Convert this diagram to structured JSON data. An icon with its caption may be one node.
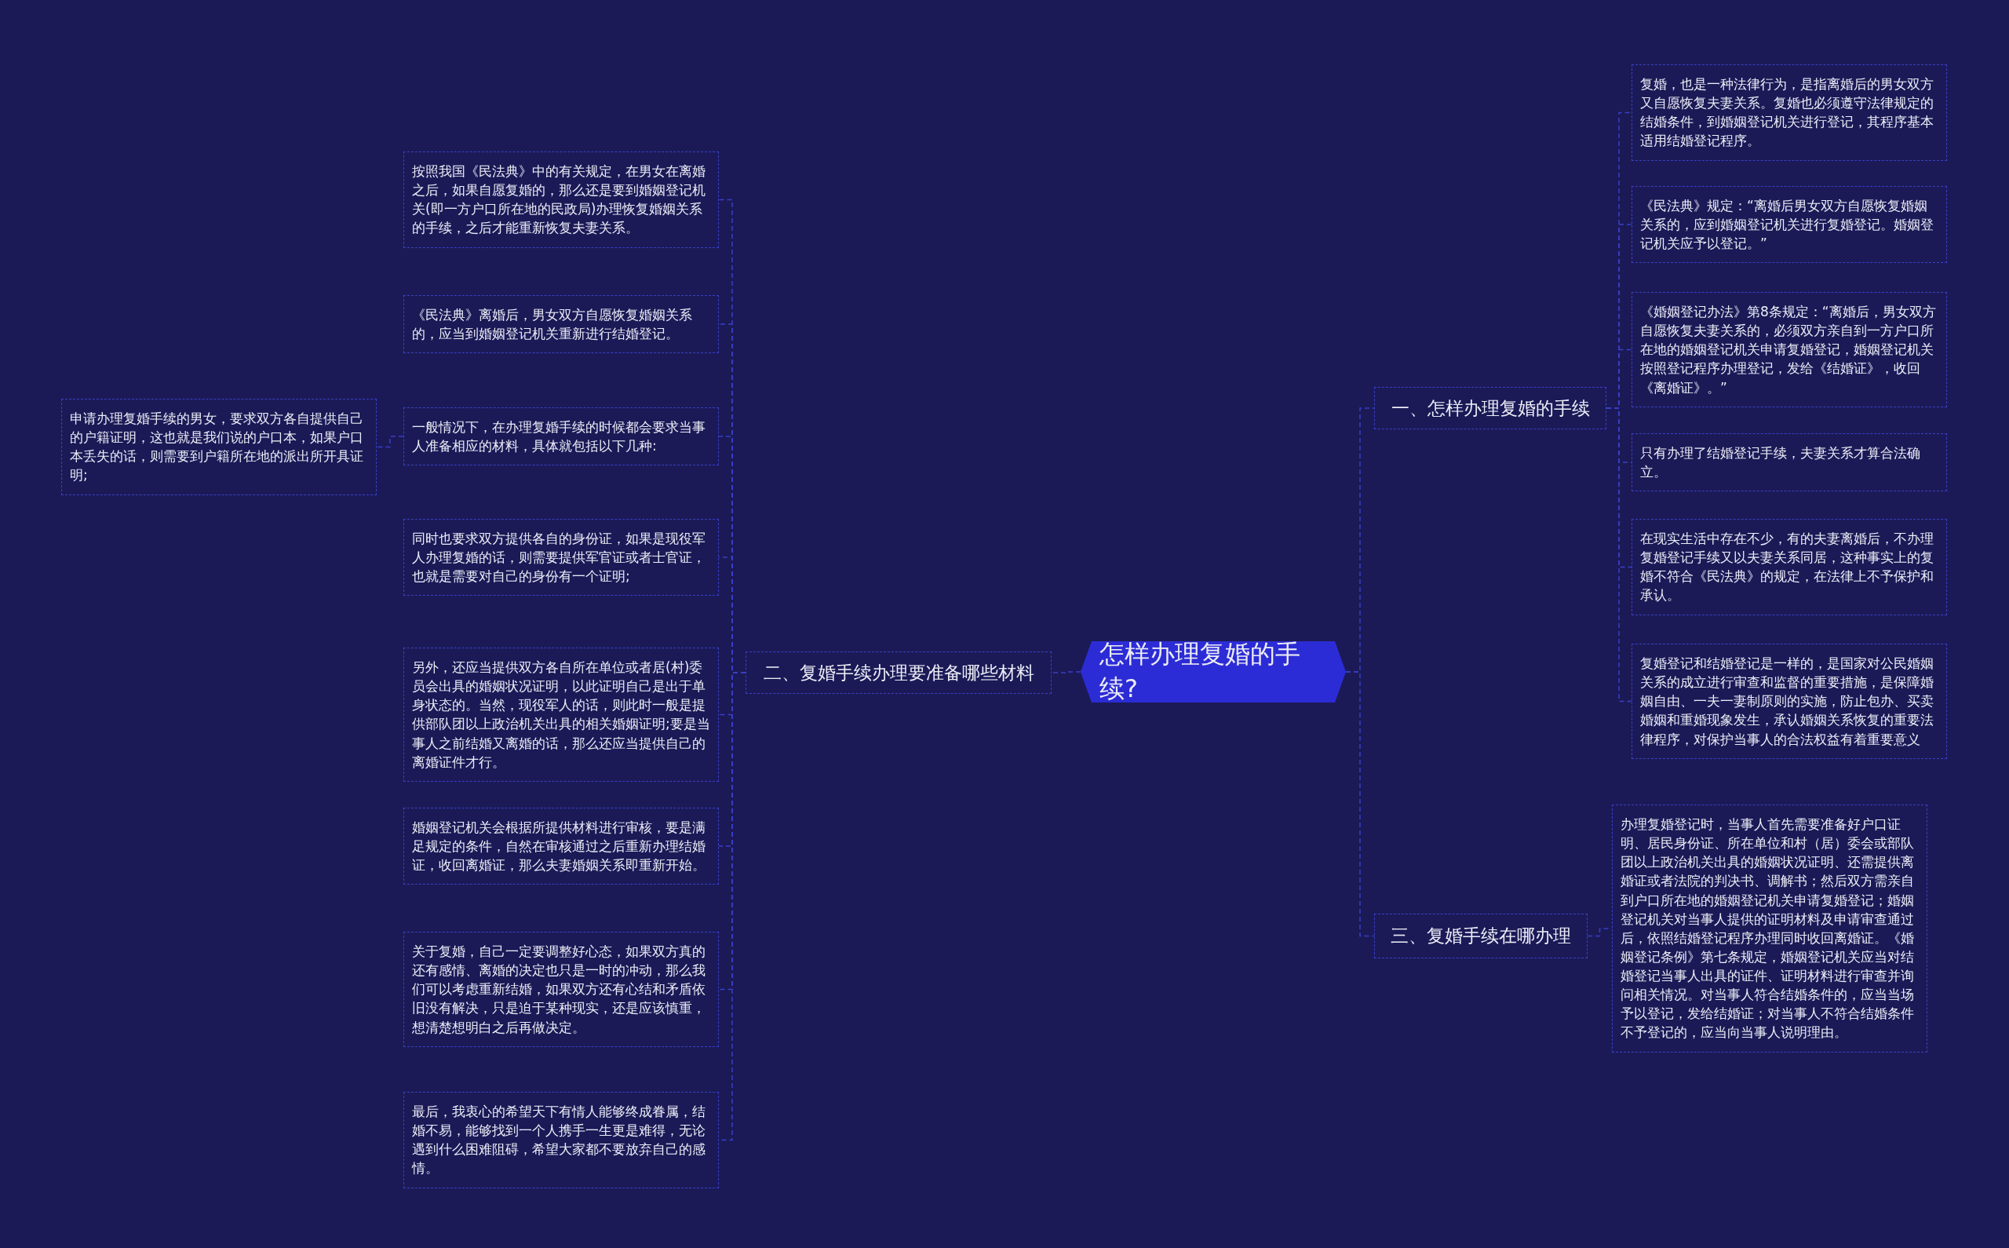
{
  "diagram": {
    "nodes": [
      {
        "text": [
          "怎样办理复婚的手续?"
        ]
      },
      {
        "text": [
          "二、复婚手续办理要准备哪些材料"
        ]
      },
      {
        "text": [
          "按照我国《民法典》中的有关规定，在男女在离婚之后，如果自愿复婚的，那么还是要到婚姻登记机关(即一方户口所在地的民政局)办理恢复婚姻关系的手续，之后才能重新恢复夫妻关系。"
        ]
      },
      {
        "text": [
          "《民法典》离婚后，男女双方自愿恢复婚姻关系的，应当到婚姻登记机关重新进行结婚登记。"
        ]
      },
      {
        "text": [
          "一般情况下，在办理复婚手续的时候都会要求当事人准备相应的材料，具体就包括以下几种:"
        ]
      },
      {
        "text": [
          "同时也要求双方提供各自的身份证，如果是现役军人办理复婚的话，则需要提供军官证或者士官证，也就是需要对自己的身份有一个证明;"
        ]
      },
      {
        "text": [
          "另外，还应当提供双方各自所在单位或者居(村)委员会出具的婚姻状况证明，以此证明自己是出于单身状态的。当然，现役军人的话，则此时一般是提供部队团以上政治机关出具的相关婚姻证明;要是当事人之前结婚又离婚的话，那么还应当提供自己的离婚证件才行。"
        ]
      },
      {
        "text": [
          "婚姻登记机关会根据所提供材料进行审核，要是满足规定的条件，自然在审核通过之后重新办理结婚证，收回离婚证，那么夫妻婚姻关系即重新开始。"
        ]
      },
      {
        "text": [
          "关于复婚，自己一定要调整好心态，如果双方真的还有感情、离婚的决定也只是一时的冲动，那么我们可以考虑重新结婚，如果双方还有心结和矛盾依旧没有解决，只是迫于某种现实，还是应该慎重，想清楚想明白之后再做决定。"
        ]
      },
      {
        "text": [
          "最后，我衷心的希望天下有情人能够终成眷属，结婚不易，能够找到一个人携手一生更是难得，无论遇到什么困难阻碍，希望大家都不要放弃自己的感情。"
        ]
      },
      {
        "text": [
          "申请办理复婚手续的男女，要求双方各自提供自己的户籍证明，这也就是我们说的户口本，如果户口本丢失的话，则需要到户籍所在地的派出所开具证明;"
        ]
      },
      {
        "text": [
          "一、怎样办理复婚的手续"
        ]
      },
      {
        "text": [
          "复婚，也是一种法律行为，是指离婚后的男女双方又自愿恢复夫妻关系。复婚也必须遵守法律规定的结婚条件，到婚姻登记机关进行登记，其程序基本适用结婚登记程序。"
        ]
      },
      {
        "text": [
          "《民法典》规定：“离婚后男女双方自愿恢复婚姻关系的，应到婚姻登记机关进行复婚登记。婚姻登记机关应予以登记。”"
        ]
      },
      {
        "text": [
          "《婚姻登记办法》第8条规定：“离婚后，男女双方自愿恢复夫妻关系的，必须双方亲自到一方户口所在地的婚姻登记机关申请复婚登记，婚姻登记机关按照登记程序办理登记，发给《结婚证》，收回《离婚证》。”"
        ]
      },
      {
        "text": [
          "只有办理了结婚登记手续，夫妻关系才算合法确立。"
        ]
      },
      {
        "text": [
          "在现实生活中存在不少，有的夫妻离婚后，不办理复婚登记手续又以夫妻关系同居，这种事实上的复婚不符合《民法典》的规定，在法律上不予保护和承认。"
        ]
      },
      {
        "text": [
          "复婚登记和结婚登记是一样的，是国家对公民婚姻关系的成立进行审查和监督的重要措施，是保障婚姻自由、一夫一妻制原则的实施，防止包办、买卖婚姻和重婚现象发生，承认婚姻关系恢复的重要法律程序，对保护当事人的合法权益有着重要意义"
        ]
      },
      {
        "text": [
          "三、复婚手续在哪办理"
        ]
      },
      {
        "text": [
          "办理复婚登记时，当事人首先需要准备好户口证明、居民身份证、所在单位和村（居）委会或部队团以上政治机关出具的婚姻状况证明、还需提供离婚证或者法院的判决书、调解书；然后双方需亲自到户口所在地的婚姻登记机关申请复婚登记；婚姻登记机关对当事人提供的证明材料及申请审查通过后，依照结婚登记程序办理同时收回离婚证。《婚姻登记条例》第七条规定，婚姻登记机关应当对结婚登记当事人出具的证件、证明材料进行审查并询问相关情况。对当事人符合结婚条件的，应当当场予以登记，发给结婚证；对当事人不符合结婚条件不予登记的，应当向当事人说明理由。"
        ]
      }
    ],
    "edges": [
      {
        "from": 0,
        "to": 1,
        "arrow": "none"
      },
      {
        "from": 1,
        "to": 2,
        "arrow": "none"
      },
      {
        "from": 1,
        "to": 3,
        "arrow": "none"
      },
      {
        "from": 1,
        "to": 4,
        "arrow": "none"
      },
      {
        "from": 1,
        "to": 5,
        "arrow": "none"
      },
      {
        "from": 1,
        "to": 6,
        "arrow": "none"
      },
      {
        "from": 1,
        "to": 7,
        "arrow": "none"
      },
      {
        "from": 1,
        "to": 8,
        "arrow": "none"
      },
      {
        "from": 1,
        "to": 9,
        "arrow": "none"
      },
      {
        "from": 4,
        "to": 10,
        "arrow": "none"
      },
      {
        "from": 0,
        "to": 11,
        "arrow": "none"
      },
      {
        "from": 11,
        "to": 12,
        "arrow": "none"
      },
      {
        "from": 11,
        "to": 13,
        "arrow": "none"
      },
      {
        "from": 11,
        "to": 14,
        "arrow": "none"
      },
      {
        "from": 11,
        "to": 15,
        "arrow": "none"
      },
      {
        "from": 11,
        "to": 16,
        "arrow": "none"
      },
      {
        "from": 11,
        "to": 17,
        "arrow": "none"
      },
      {
        "from": 0,
        "to": 18,
        "arrow": "none"
      },
      {
        "from": 18,
        "to": 19,
        "arrow": "none"
      }
    ]
  }
}
